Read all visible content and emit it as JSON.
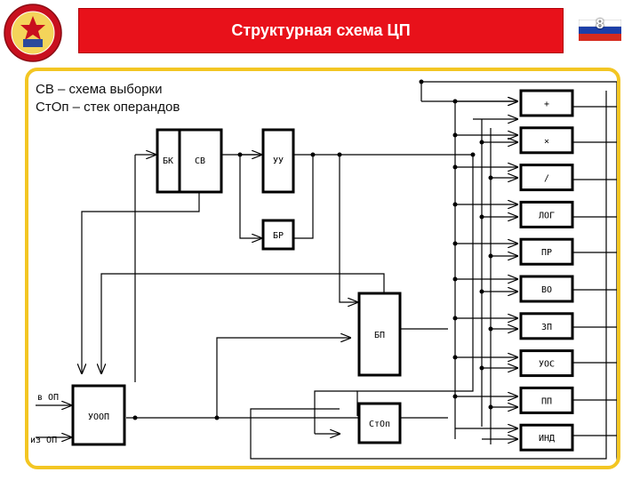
{
  "header": {
    "title": "Структурная схема ЦП",
    "slide_number": "8"
  },
  "legend": [
    "СВ – схема выборки",
    "СтОп – стек операндов"
  ],
  "blocks": {
    "bk": "БК",
    "sv": "СВ",
    "uu": "УУ",
    "br": "БР",
    "bp": "БП",
    "stop": "СтОп",
    "uoop": "УООП"
  },
  "io_labels": {
    "to_op": "в ОП",
    "from_op": "из ОП"
  },
  "units": [
    "+",
    "×",
    "/",
    "ЛОГ",
    "ПР",
    "ВО",
    "ЗП",
    "УОС",
    "ПП",
    "ИНД"
  ],
  "colors": {
    "title_bar": "#e8111a",
    "panel_border": "#f3c623",
    "diagram_lines": "#000000"
  }
}
